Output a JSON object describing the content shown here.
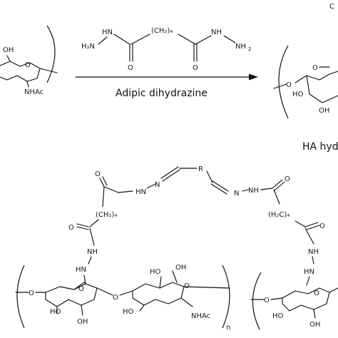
{
  "reaction": {
    "reagent_caption": "Adipic dihydrazine",
    "product_caption": "HA hyd"
  },
  "labels": {
    "oh": "OH",
    "ho": "HO",
    "nhac": "NHAc",
    "o": "O",
    "nh": "NH",
    "hn": "HN",
    "n": "N",
    "h2n": "H₂N",
    "nh2_n": "NH",
    "sub2": "2",
    "ch2_4": "(CH₂)₄",
    "h2c_4": "(H₂C)₄",
    "r": "R",
    "n_index": "n",
    "trunc_c": "C"
  },
  "colors": {
    "line": "#111111",
    "background": "#ffffff"
  }
}
